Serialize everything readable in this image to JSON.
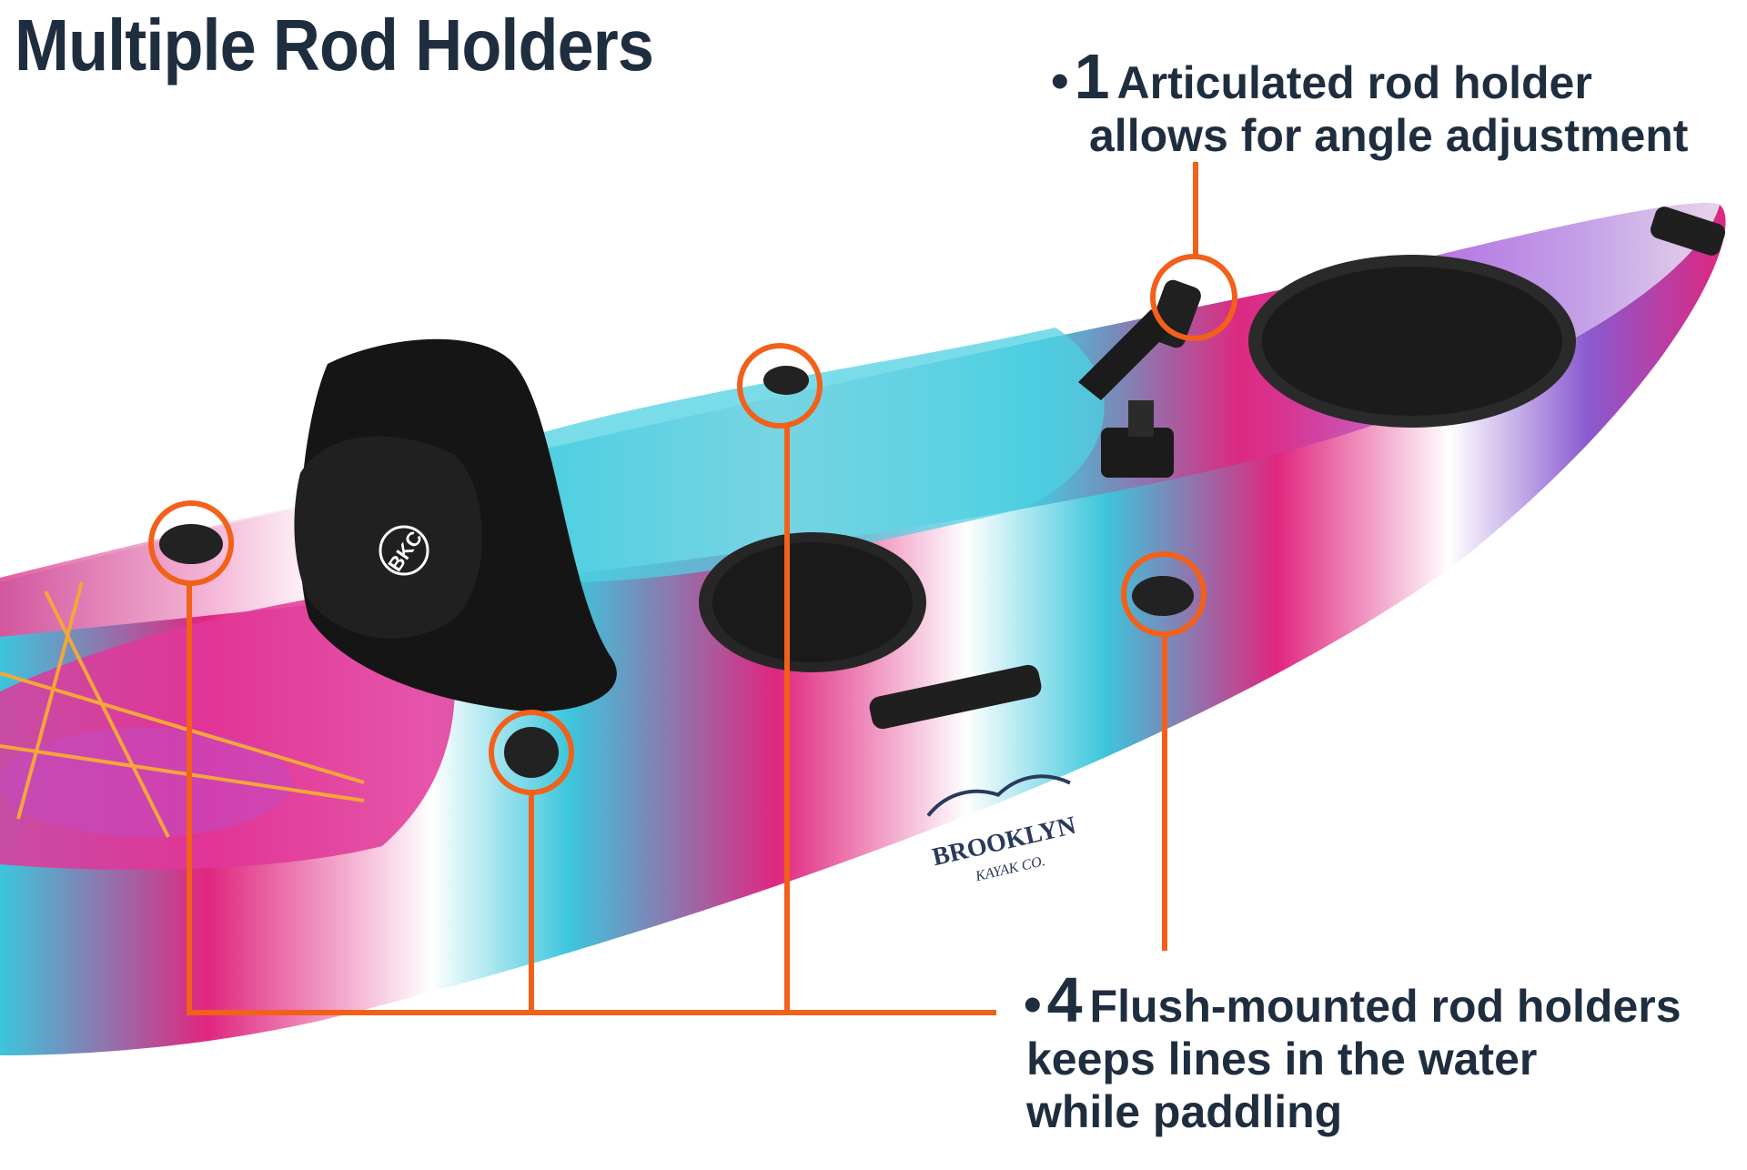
{
  "title": "Multiple Rod Holders",
  "callout_1": {
    "count": "1",
    "line1": "Articulated rod holder",
    "line2": "allows for angle adjustment"
  },
  "callout_2": {
    "count": "4",
    "line1": "Flush-mounted rod holders",
    "line2": "keeps lines  in the water",
    "line3": "while paddling"
  },
  "kayak_branding": {
    "seat_logo": "BKC",
    "brand_line1": "BROOKLYN",
    "brand_line2": "KAYAK CO."
  },
  "colors": {
    "accent": "#f2601a",
    "text": "#1f2e3f",
    "hull_pink": "#e0267f",
    "hull_cyan": "#3cc6dc",
    "hull_purple": "#8a5ad0"
  }
}
